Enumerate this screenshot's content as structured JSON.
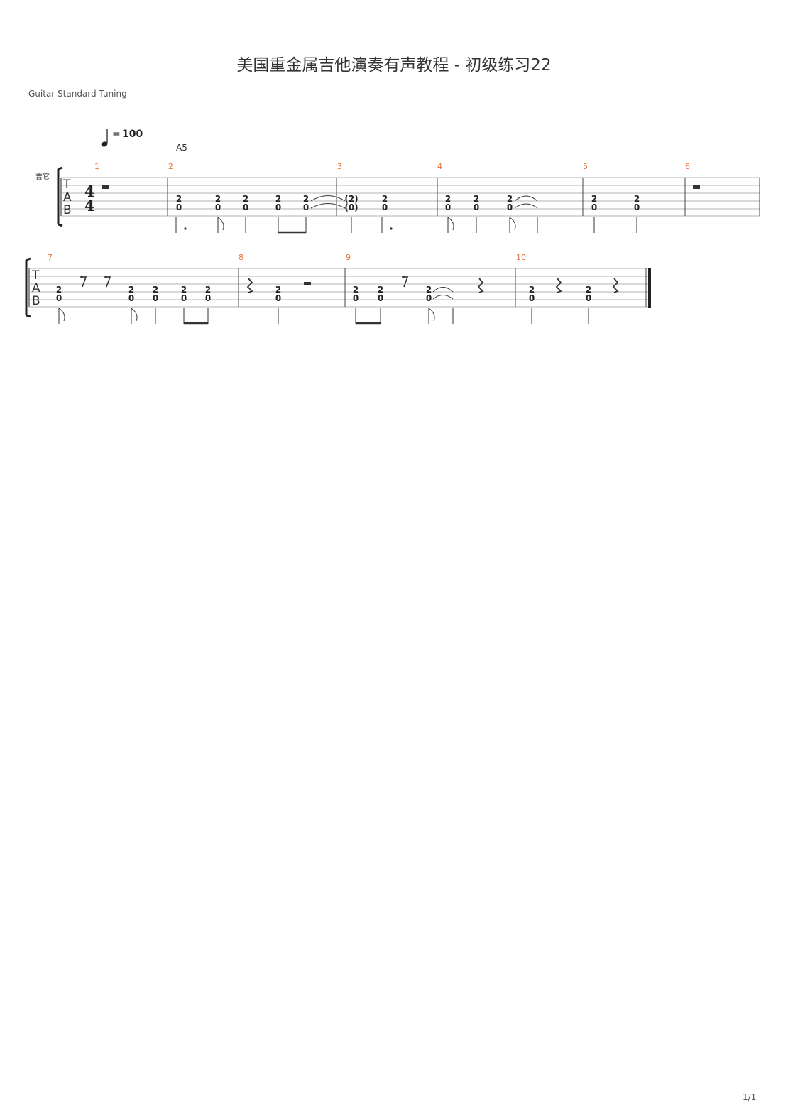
{
  "title": "美国重金属吉他演奏有声教程 - 初级练习22",
  "tuning": "Guitar Standard Tuning",
  "tempo": {
    "equals": "=",
    "bpm": "100"
  },
  "chord": "A5",
  "instrument": "吉它",
  "tab_letters": [
    "T",
    "A",
    "B"
  ],
  "time_signature": {
    "top": "4",
    "bottom": "4"
  },
  "measure_numbers": [
    "1",
    "2",
    "3",
    "4",
    "5",
    "6",
    "7",
    "8",
    "9",
    "10"
  ],
  "page_number": "1/1",
  "notes_upper": "2",
  "notes_lower": "0",
  "notes_tied_upper": "(2)",
  "notes_tied_lower": "(0)",
  "colors": {
    "measure_number": "#e8743b",
    "staff": "#999999"
  }
}
